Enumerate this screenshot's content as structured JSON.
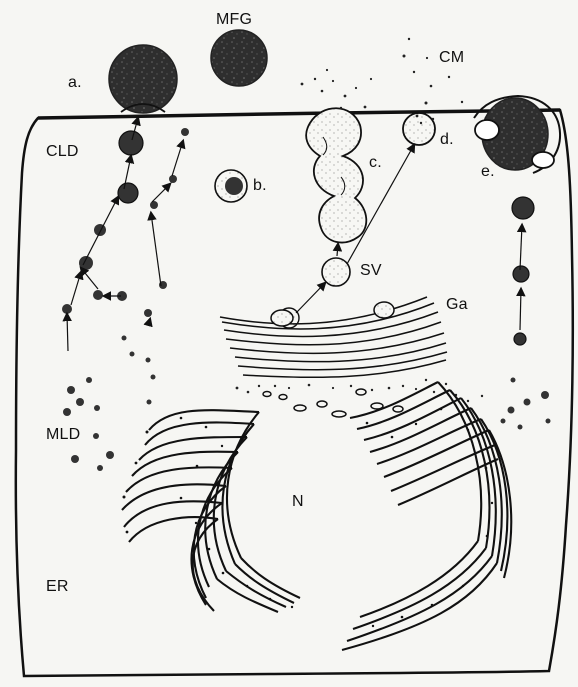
{
  "labels": {
    "mfg": "MFG",
    "a": "a.",
    "cm": "CM",
    "cld": "CLD",
    "b": "b.",
    "c": "c.",
    "d": "d.",
    "e": "e.",
    "sv": "SV",
    "ga": "Ga",
    "mld": "MLD",
    "n": "N",
    "er": "ER"
  },
  "colors": {
    "background": "#f6f6f3",
    "ink": "#111111",
    "droplet": "#2f2f2f"
  }
}
